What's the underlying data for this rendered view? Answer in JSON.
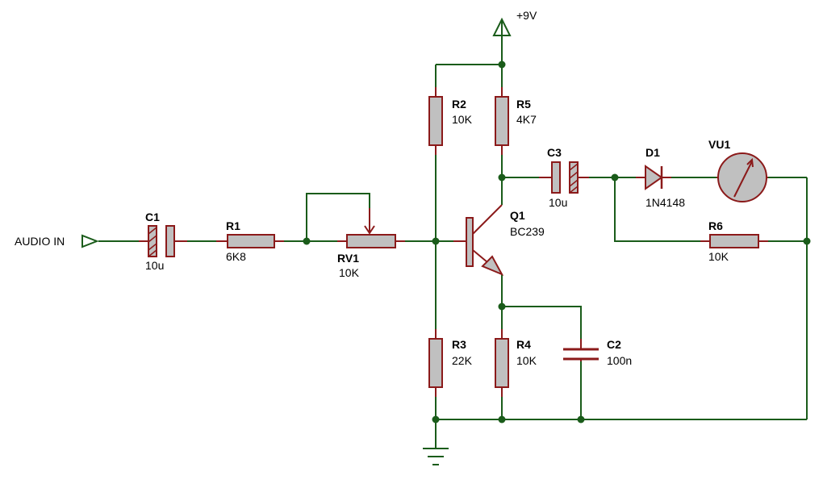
{
  "terminals": {
    "input_label": "AUDIO IN",
    "supply_label": "+9V"
  },
  "components": {
    "C1": {
      "ref": "C1",
      "value": "10u"
    },
    "R1": {
      "ref": "R1",
      "value": "6K8"
    },
    "RV1": {
      "ref": "RV1",
      "value": "10K"
    },
    "R2": {
      "ref": "R2",
      "value": "10K"
    },
    "R3": {
      "ref": "R3",
      "value": "22K"
    },
    "R4": {
      "ref": "R4",
      "value": "10K"
    },
    "R5": {
      "ref": "R5",
      "value": "4K7"
    },
    "R6": {
      "ref": "R6",
      "value": "10K"
    },
    "C2": {
      "ref": "C2",
      "value": "100n"
    },
    "C3": {
      "ref": "C3",
      "value": "10u"
    },
    "Q1": {
      "ref": "Q1",
      "value": "BC239"
    },
    "D1": {
      "ref": "D1",
      "value": "1N4148"
    },
    "VU1": {
      "ref": "VU1",
      "value": ""
    }
  },
  "colors": {
    "wire": "#1a5c1a",
    "component": "#8b1a1a",
    "component_fill": "#c0c0c0",
    "text": "#000000"
  }
}
